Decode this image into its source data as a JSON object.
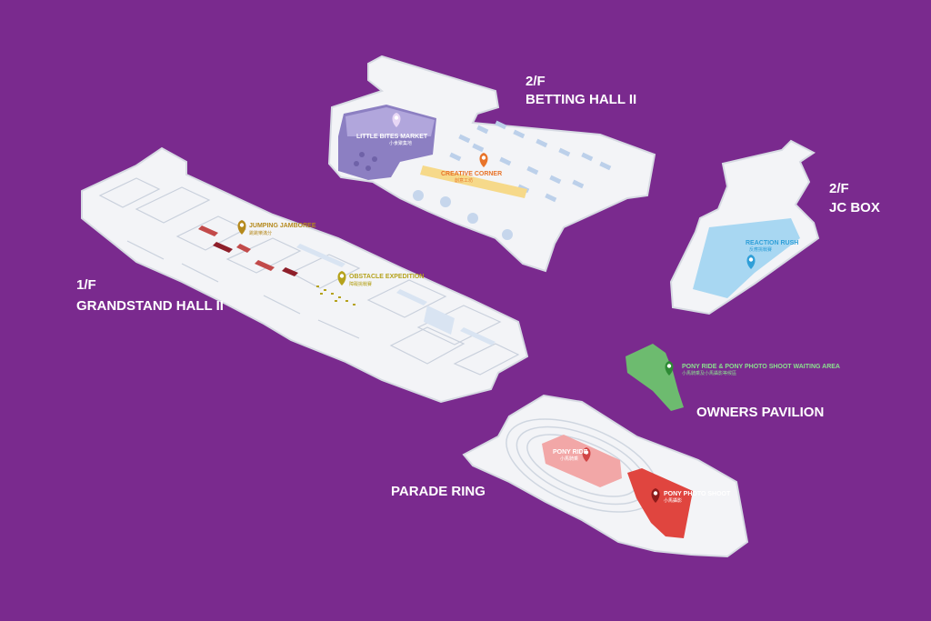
{
  "map": {
    "background_color": "#7a2a8e",
    "areas": [
      {
        "floor": "1/F",
        "name": "GRANDSTAND HALL II"
      },
      {
        "floor": "2/F",
        "name": "BETTING HALL II"
      },
      {
        "floor": "2/F",
        "name": "JC BOX"
      },
      {
        "floor": "",
        "name": "OWNERS  PAVILION"
      },
      {
        "floor": "",
        "name": "PARADE RING"
      }
    ],
    "pins": [
      {
        "name": "LITTLE BITES MARKET",
        "sub": "小食聚集地",
        "color": "#c9a7e0",
        "icon": "map-pin-icon"
      },
      {
        "name": "CREATIVE CORNER",
        "sub": "創意工坊",
        "color": "#e8742a",
        "icon": "map-pin-icon"
      },
      {
        "name": "JUMPING JAMBOREE",
        "sub": "跳跳樂滿分",
        "color": "#b5891c",
        "icon": "map-pin-icon"
      },
      {
        "name": "OBSTACLE EXPEDITION",
        "sub": "障礙挑戰賽",
        "color": "#b5a21c",
        "icon": "map-pin-icon"
      },
      {
        "name": "REACTION RUSH",
        "sub": "反應挑戰賽",
        "color": "#2f9fd8",
        "icon": "map-pin-icon"
      },
      {
        "name": "PONY RIDE & PONY PHOTO SHOOT WAITING AREA",
        "sub": "小馬騎乘及小馬攝影等候區",
        "color": "#2e8a35",
        "icon": "map-pin-icon"
      },
      {
        "name": "PONY RIDE",
        "sub": "小馬騎乘",
        "color": "#d14545",
        "icon": "map-pin-icon"
      },
      {
        "name": "PONY PHOTO SHOOT",
        "sub": "小馬攝影",
        "color": "#8e1b1b",
        "icon": "map-pin-icon"
      }
    ]
  }
}
